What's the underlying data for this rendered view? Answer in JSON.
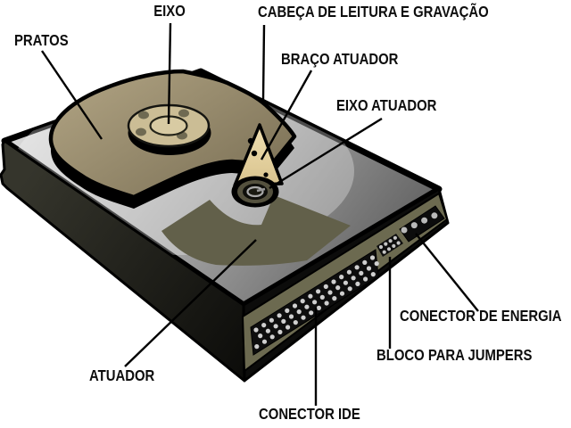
{
  "diagram": {
    "labels": {
      "eixo": "EIXO",
      "cabeca": "CABEÇA DE LEITURA E GRAVAÇÃO",
      "pratos": "PRATOS",
      "braco_atuador": "BRAÇO ATUADOR",
      "eixo_atuador": "EIXO ATUADOR",
      "conector_energia": "CONECTOR DE ENERGIA",
      "bloco_jumpers": "BLOCO PARA JUMPERS",
      "atuador": "ATUADOR",
      "conector_ide": "CONECTOR IDE"
    },
    "colors": {
      "background": "#ffffff",
      "label_text": "#0d0d0d",
      "leader_line": "#000000",
      "platter_light": "#ac9f7f",
      "platter_dark": "#7e7358",
      "hub": "#cbbd95",
      "hub_inner": "#d8cba3",
      "arm_light": "#f2e2b4",
      "arm_dark": "#d6c08a",
      "actuator_zone": "#62604a",
      "chassis_top_light": "#dedede",
      "chassis_top_dark": "#444444",
      "side_face": "#0c0c0b",
      "connector_panel": "#6c6a50",
      "ide_pins": "#cfcfcf",
      "jumper_pins": "#c4c4c4",
      "power_pins": "#b9b9b9"
    },
    "connectors": {
      "ide_pins": {
        "rows": 3,
        "cols": 16
      },
      "jumper_pins": {
        "rows": 2,
        "cols": 4
      },
      "power_pins": {
        "rows": 1,
        "cols": 4
      }
    }
  }
}
